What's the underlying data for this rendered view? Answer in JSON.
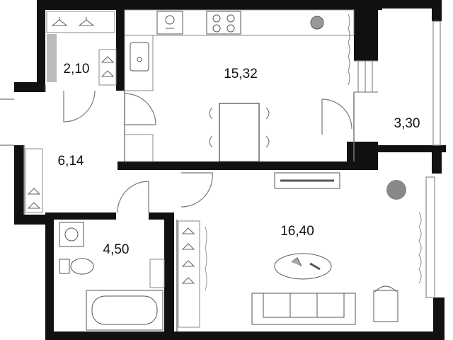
{
  "rooms": [
    {
      "id": "wardrobe",
      "area": "2,10"
    },
    {
      "id": "kitchen",
      "area": "15,32"
    },
    {
      "id": "balcony",
      "area": "3,30"
    },
    {
      "id": "hall",
      "area": "6,14"
    },
    {
      "id": "bathroom",
      "area": "4,50"
    },
    {
      "id": "living-room",
      "area": "16,40"
    }
  ],
  "colors": {
    "wall": "#111111",
    "line": "#888888",
    "background": "#ffffff"
  },
  "icons": [
    "hanger-icon",
    "stove-icon",
    "fridge-icon",
    "sink-icon",
    "washing-machine-icon",
    "toilet-icon",
    "bathtub-icon",
    "sofa-icon",
    "plant-icon",
    "dining-table-icon",
    "chair-icon",
    "tv-stand-icon",
    "coffee-table-icon",
    "armchair-icon",
    "curtain-icon"
  ]
}
